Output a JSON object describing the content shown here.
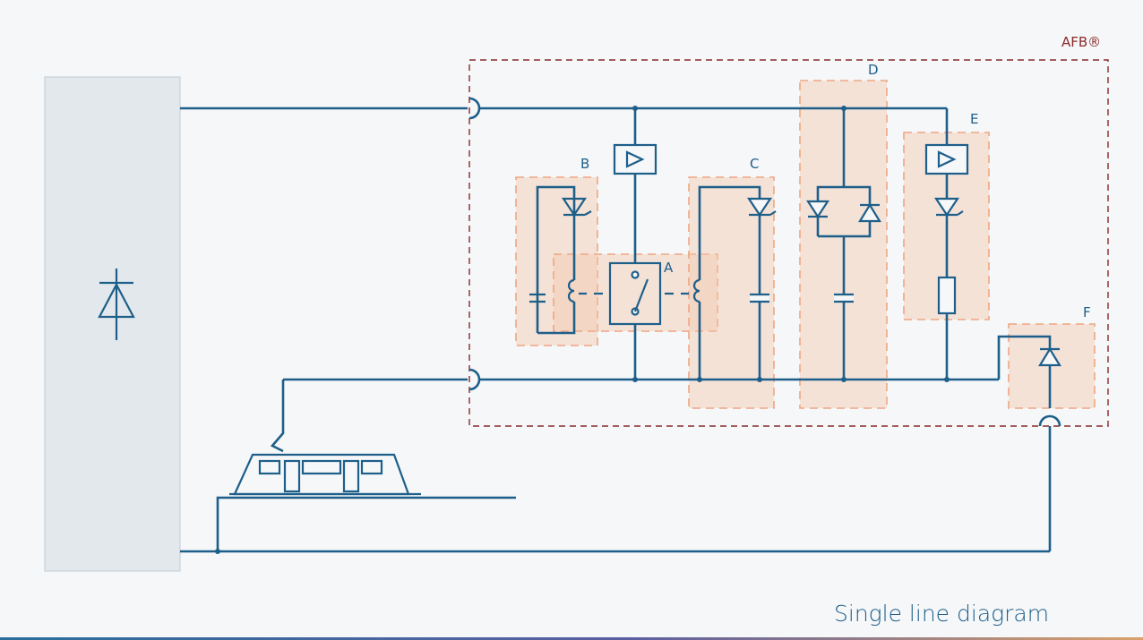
{
  "diagram": {
    "afb_label": "AFB®",
    "caption": "Single line diagram",
    "zones": {
      "a": "A",
      "b": "B",
      "c": "C",
      "d": "D",
      "e": "E",
      "f": "F"
    }
  },
  "colors": {
    "wire": "#1e5f8a",
    "zone_fill": "#f3c6aa",
    "afb_border": "#8a2a2a",
    "background": "#f5f7f9",
    "rectifier": "#e3e8ec"
  }
}
